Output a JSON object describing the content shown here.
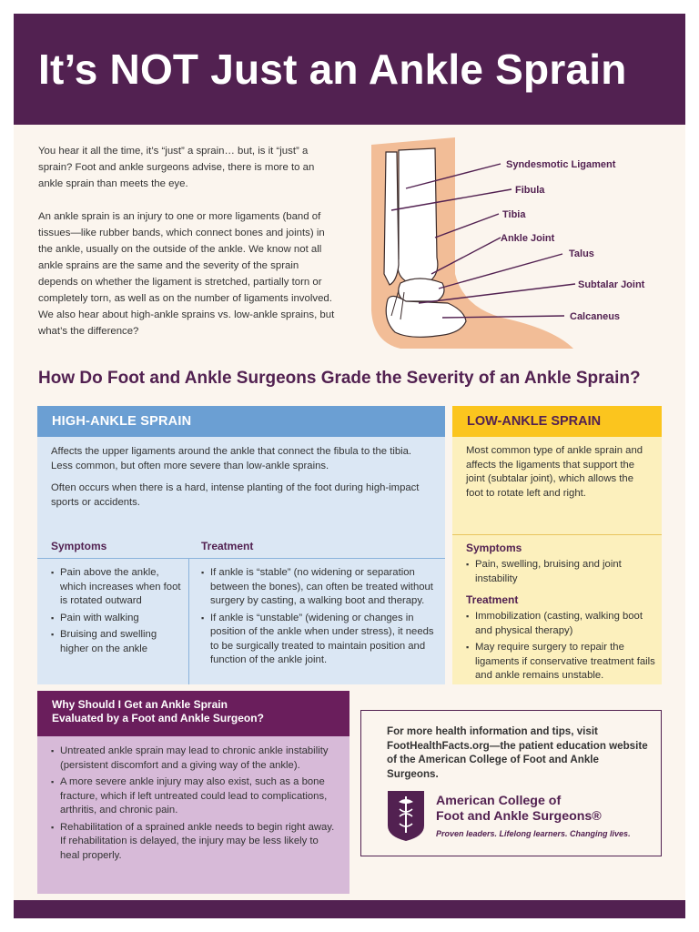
{
  "header": {
    "title": "It’s NOT Just an Ankle Sprain"
  },
  "intro": {
    "p1": "You hear it all the time, it’s “just” a sprain… but, is it “just” a sprain? Foot and ankle surgeons advise, there is more to an ankle sprain than meets the eye.",
    "p2": "An ankle sprain is an injury to one or more ligaments (band of tissues—like rubber bands, which connect bones and joints) in the ankle, usually on the outside of the ankle. We know not all ankle sprains are the same and the severity of the sprain depends on whether the ligament is stretched, partially torn or completely torn, as well as on the number of ligaments involved. We also hear about high-ankle sprains vs. low-ankle sprains, but what’s the difference?"
  },
  "diagram": {
    "labels": [
      "Syndesmotic Ligament",
      "Fibula",
      "Tibia",
      "Ankle Joint",
      "Talus",
      "Subtalar Joint",
      "Calcaneus"
    ],
    "colors": {
      "skin": "#f2bd97",
      "bone": "#ffffff",
      "line": "#522151"
    }
  },
  "section_title": "How Do Foot and Ankle Surgeons Grade the Severity of an Ankle Sprain?",
  "high": {
    "title": "HIGH-ANKLE SPRAIN",
    "p1": "Affects the upper ligaments around the ankle that connect the fibula to the tibia. Less common, but often more severe than low-ankle sprains.",
    "p2": "Often occurs when there is a hard, intense planting of the foot during high-impact sports or accidents.",
    "symptoms_label": "Symptoms",
    "treatment_label": "Treatment",
    "symptoms": [
      "Pain above the ankle, which increases when foot is rotated outward",
      "Pain with walking",
      "Bruising and swelling higher on the ankle"
    ],
    "treatment": [
      "If ankle is “stable” (no widening or separation between the bones), can often be treated without surgery by casting, a walking boot and therapy.",
      "If ankle is “unstable” (widening or changes in position of the ankle when under stress), it needs to be surgically treated to maintain position and function of the ankle joint."
    ]
  },
  "low": {
    "title": "LOW-ANKLE SPRAIN",
    "p1": "Most common type of ankle sprain and affects the ligaments that support the joint (subtalar joint), which allows the foot to rotate left and right.",
    "symptoms_label": "Symptoms",
    "symptoms": [
      "Pain, swelling, bruising and joint instability"
    ],
    "treatment_label": "Treatment",
    "treatment": [
      "Immobilization (casting, walking boot and physical therapy)",
      "May require surgery to repair the ligaments if conservative treatment fails and ankle remains unstable."
    ]
  },
  "why": {
    "title_line1": "Why Should I Get an Ankle Sprain",
    "title_line2": "Evaluated by a Foot and Ankle Surgeon?",
    "items": [
      "Untreated ankle sprain may lead to chronic ankle instability (persistent discomfort and a giving way of the ankle).",
      "A more severe ankle injury may also exist, such as a bone fracture, which if left untreated could lead to complications, arthritis, and chronic pain.",
      "Rehabilitation of a sprained ankle needs to begin right away. If rehabilitation is delayed, the injury may be less likely to heal properly."
    ]
  },
  "info": {
    "text": "For more health information and tips, visit FootHealthFacts.org—the patient education website of the American College of Foot and Ankle Surgeons.",
    "org_line1": "American College of",
    "org_line2": "Foot and Ankle Surgeons®",
    "tagline": "Proven leaders. Lifelong learners. Changing lives."
  },
  "colors": {
    "brand": "#522151",
    "high": "#6b9fd3",
    "high_bg": "#dbe7f4",
    "low": "#fbc51e",
    "low_bg": "#fcf0bd",
    "why_bg": "#d7bad8"
  }
}
